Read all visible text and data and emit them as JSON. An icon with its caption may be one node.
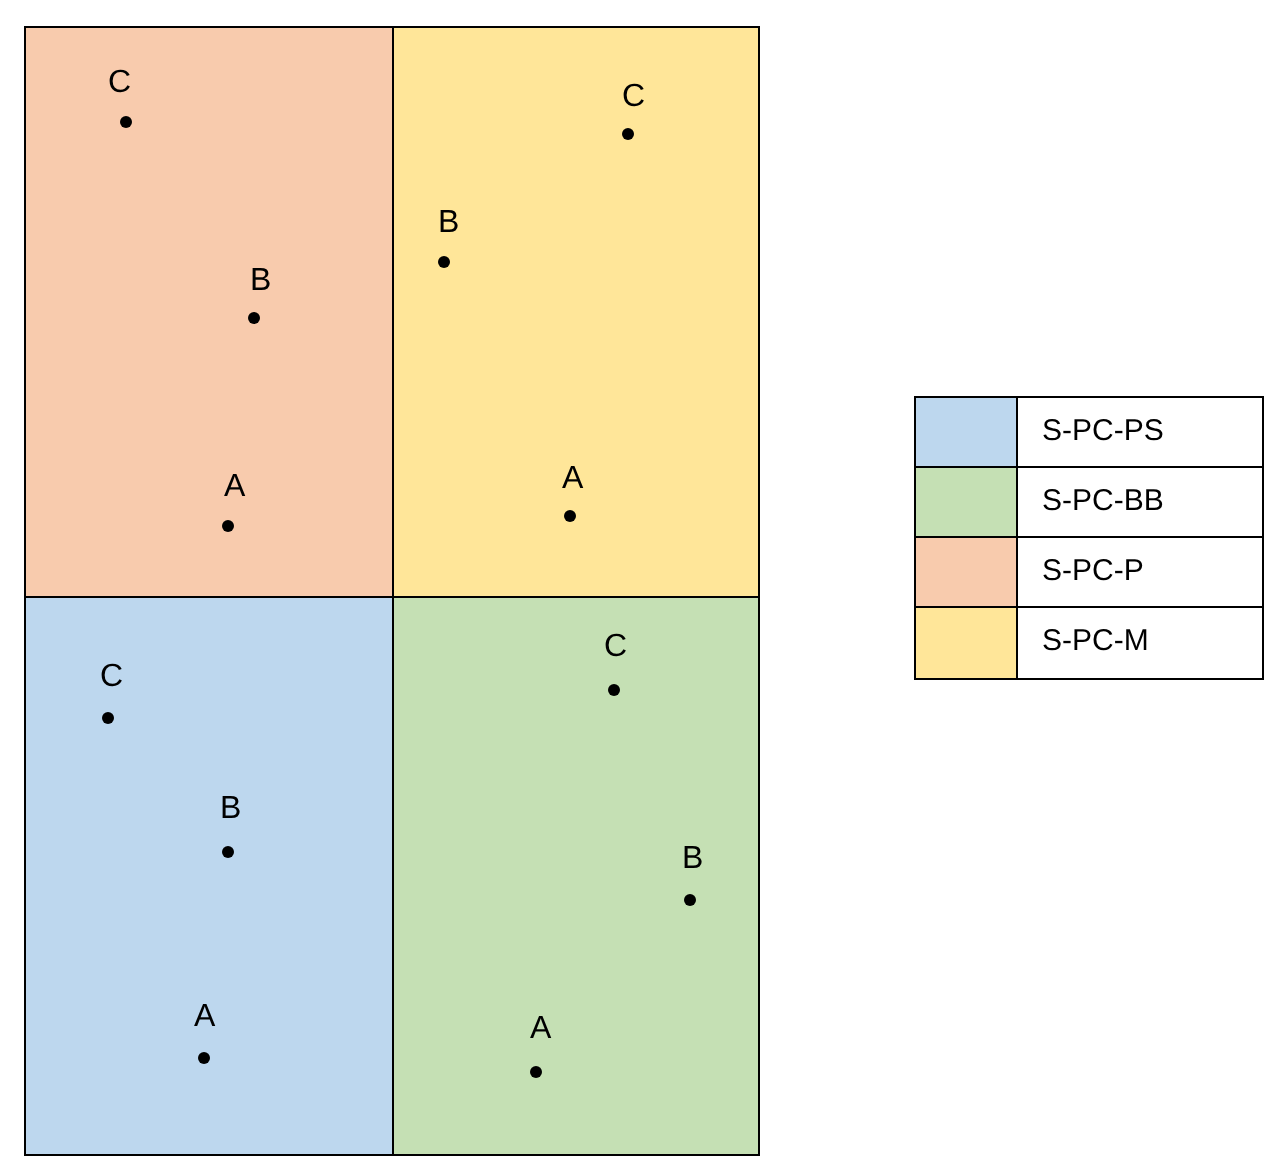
{
  "diagram": {
    "nodes": [
      {
        "text": [
          "C",
          "B",
          "A"
        ]
      },
      {
        "text": [
          "C",
          "B",
          "A"
        ]
      },
      {
        "text": [
          "C",
          "B",
          "A"
        ]
      },
      {
        "text": [
          "C",
          "B",
          "A"
        ]
      }
    ],
    "legend": [
      {
        "text": "S-PC-PS",
        "color": "#bdd7ee"
      },
      {
        "text": "S-PC-BB",
        "color": "#c5e0b4"
      },
      {
        "text": "S-PC-P",
        "color": "#f8cbad"
      },
      {
        "text": "S-PC-M",
        "color": "#ffe699"
      }
    ]
  }
}
